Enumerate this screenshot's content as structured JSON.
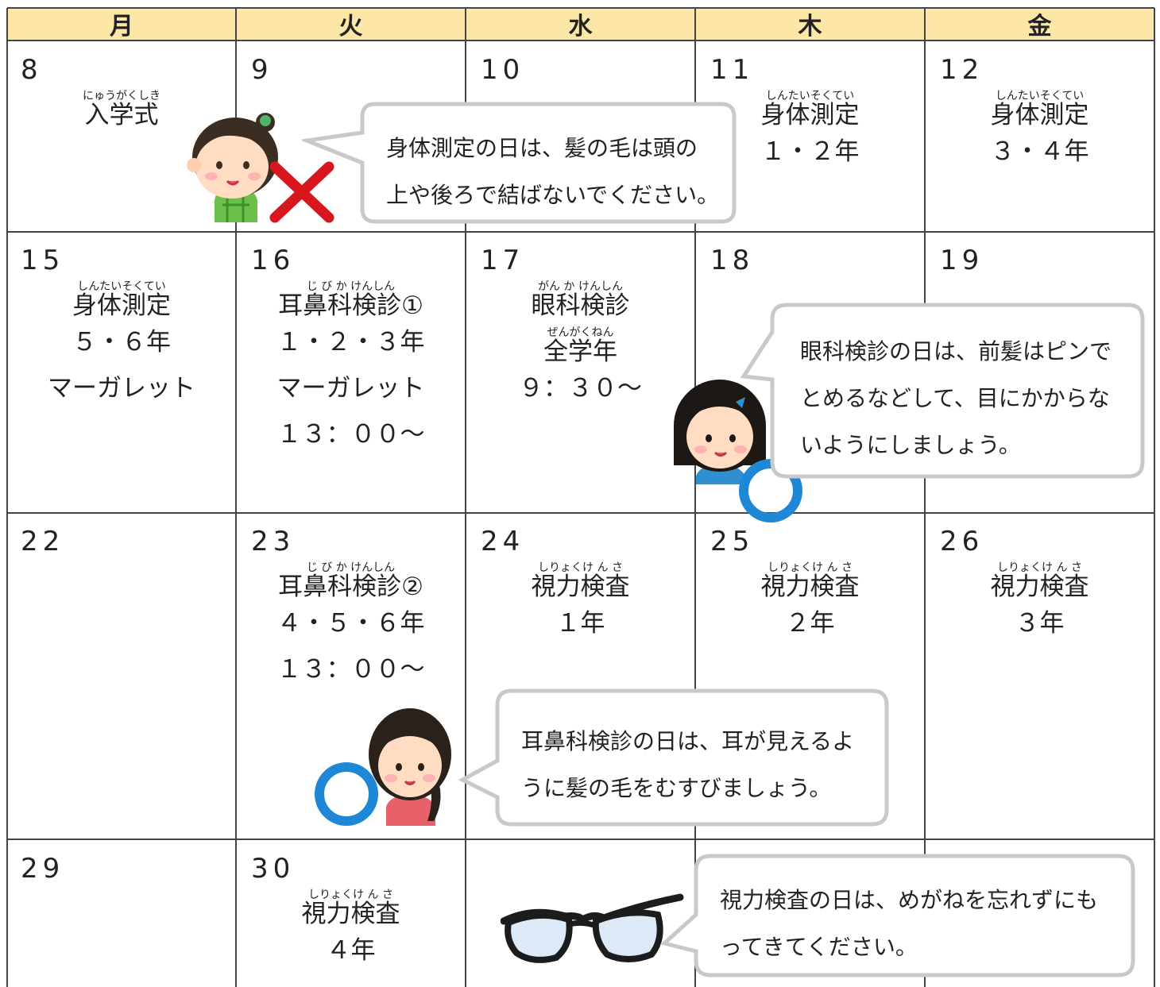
{
  "calendar": {
    "headers": [
      "月",
      "火",
      "水",
      "木",
      "金"
    ],
    "colors": {
      "header_bg": "#fde7a6",
      "border": "#444444",
      "bubble_border": "#c9c9c9",
      "circle": "#1f88d6",
      "cross": "#d8161e"
    },
    "days": {
      "d8": "8",
      "d9": "9",
      "d10": "10",
      "d11": "11",
      "d12": "12",
      "d15": "15",
      "d16": "16",
      "d17": "17",
      "d18": "18",
      "d19": "19",
      "d22": "22",
      "d23": "23",
      "d24": "24",
      "d25": "25",
      "d26": "26",
      "d29": "29",
      "d30": "30"
    },
    "events": {
      "e8": {
        "ruby": "にゅうがくしき",
        "title": "入学式"
      },
      "e11": {
        "ruby": "しんたいそくてい",
        "title": "身体測定",
        "lines": [
          "１・２年"
        ]
      },
      "e12": {
        "ruby": "しんたいそくてい",
        "title": "身体測定",
        "lines": [
          "３・４年"
        ]
      },
      "e15": {
        "ruby": "しんたいそくてい",
        "title": "身体測定",
        "lines": [
          "５・６年",
          "マーガレット"
        ]
      },
      "e16": {
        "ruby": "じ び か けんしん",
        "title": "耳鼻科検診①",
        "lines": [
          "１・２・３年",
          "マーガレット",
          "１３：００～"
        ]
      },
      "e17": {
        "ruby": "がん か けんしん",
        "title": "眼科検診",
        "ruby2": "ぜんがくねん",
        "title2": "全学年",
        "lines": [
          "９：３０～"
        ]
      },
      "e23": {
        "ruby": "じ び か けんしん",
        "title": "耳鼻科検診②",
        "lines": [
          "４・５・６年",
          "１３：００～"
        ]
      },
      "e24": {
        "ruby": "しりょくけ ん さ",
        "title": "視力検査",
        "lines": [
          "１年"
        ]
      },
      "e25": {
        "ruby": "しりょくけ ん さ",
        "title": "視力検査",
        "lines": [
          "２年"
        ]
      },
      "e26": {
        "ruby": "しりょくけ ん さ",
        "title": "視力検査",
        "lines": [
          "３年"
        ]
      },
      "e30": {
        "ruby": "しりょくけ ん さ",
        "title": "視力検査",
        "lines": [
          "４年"
        ]
      }
    },
    "bubbles": {
      "hair": {
        "line1": "身体測定の日は、髪の毛は頭の",
        "line2": "上や後ろで結ばないでください。"
      },
      "eye": {
        "line1": "眼科検診の日は、前髪はピンで",
        "line2": "とめるなどして、目にかからな",
        "line3": "いようにしましょう。"
      },
      "ear": {
        "line1": "耳鼻科検診の日は、耳が見えるよ",
        "line2": "うに髪の毛をむすびましょう。"
      },
      "glasses": {
        "line1": "視力検査の日は、めがねを忘れずにも",
        "line2": "ってきてください。"
      }
    },
    "icons": [
      "girl-pigtail-icon",
      "cross-mark-icon",
      "girl-bob-icon",
      "circle-mark-icon",
      "girl-ponytail-icon",
      "glasses-icon"
    ]
  }
}
